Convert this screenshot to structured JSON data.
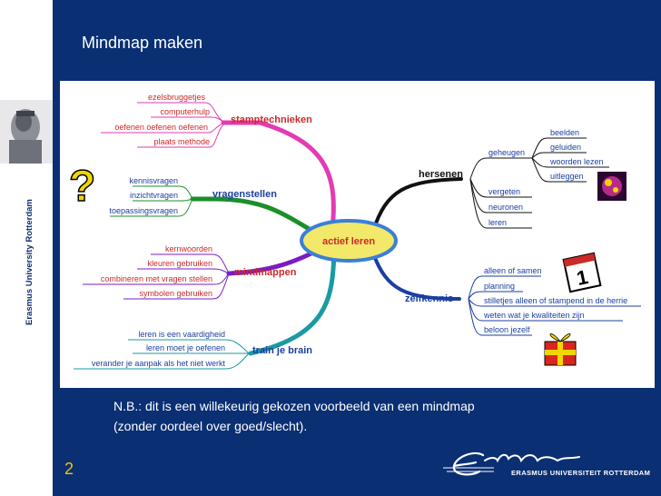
{
  "slide": {
    "title": "Mindmap maken",
    "page_number": "2",
    "note_line1": "N.B.: dit is een willekeurig gekozen voorbeeld van een mindmap",
    "note_line2": "(zonder oordeel over goed/slecht).",
    "university_vertical": "Erasmus University Rotterdam",
    "logo_script": "Erasmus",
    "logo_text": "ERASMUS UNIVERSITEIT ROTTERDAM"
  },
  "colors": {
    "blue": "#0a2f73",
    "yellow": "#f2c400",
    "magenta": "#e23bb5",
    "green": "#1c8f2a",
    "purple": "#7a1cc0",
    "teal": "#1b9aa2",
    "black": "#111111",
    "label_red": "#cc2a2a",
    "label_blue": "#1b3fa0"
  },
  "mindmap": {
    "center": "actief leren",
    "branches": {
      "stamptechnieken": {
        "label": "stamptechnieken",
        "items": [
          "ezelsbruggetjes",
          "computerhulp",
          "oefenen oefenen oefenen",
          "plaats methode"
        ]
      },
      "vragenstellen": {
        "label": "vragenstellen",
        "items": [
          "kennisvragen",
          "inzichtvragen",
          "toepassingsvragen"
        ]
      },
      "mindmappen": {
        "label": "mindmappen",
        "items": [
          "kernwoorden",
          "kleuren gebruiken",
          "combineren met vragen stellen",
          "symbolen gebruiken"
        ]
      },
      "train": {
        "label": "train je brain",
        "items": [
          "leren is een vaardigheid",
          "leren moet je oefenen",
          "verander je aanpak als het niet werkt"
        ]
      },
      "hersenen": {
        "label": "hersenen",
        "geheugen": "geheugen",
        "geheugen_items": [
          "beelden",
          "geluiden",
          "woorden lezen",
          "uitleggen"
        ],
        "items": [
          "vergeten",
          "neuronen",
          "leren"
        ]
      },
      "zelfkennis": {
        "label": "zelfkennis",
        "items": [
          "alleen of samen",
          "planning",
          "stilletjes alleen of stampend in de herrie",
          "weten wat je kwaliteiten zijn",
          "beloon jezelf"
        ]
      }
    },
    "icons": {
      "question": "question-mark-icon",
      "calendar": "calendar-icon",
      "calendar_text": "1",
      "gift": "gift-icon",
      "brain": "brain-image-icon"
    }
  }
}
